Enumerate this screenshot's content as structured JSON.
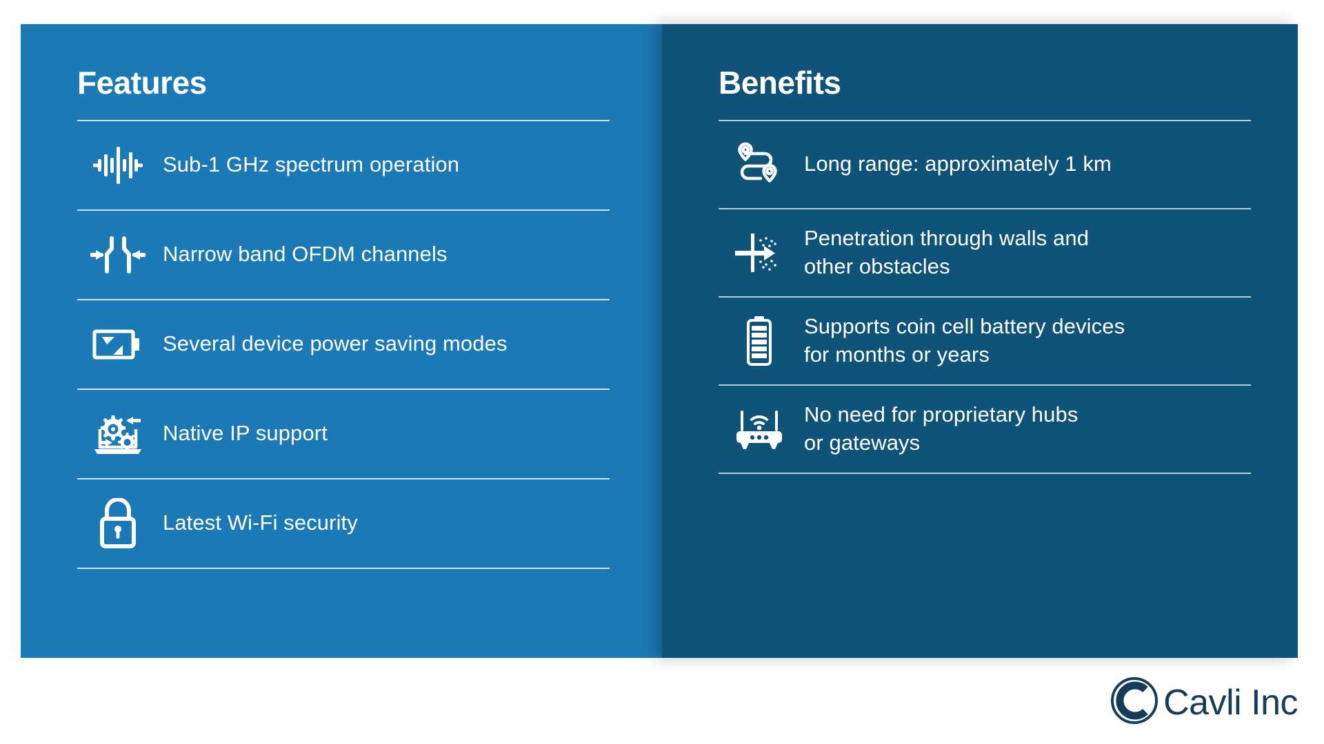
{
  "panels": {
    "features": {
      "title": "Features",
      "items": [
        {
          "icon": "spectrum-waveform-icon",
          "label": "Sub-1 GHz spectrum operation"
        },
        {
          "icon": "narrow-band-arrows-icon",
          "label": "Narrow band OFDM channels"
        },
        {
          "icon": "battery-power-saving-icon",
          "label": "Several device power saving modes"
        },
        {
          "icon": "laptop-gears-icon",
          "label": "Native IP support"
        },
        {
          "icon": "padlock-icon",
          "label": "Latest Wi-Fi   security"
        }
      ]
    },
    "benefits": {
      "title": "Benefits",
      "items": [
        {
          "icon": "route-pins-icon",
          "label": "Long range: approximately 1 km"
        },
        {
          "icon": "wall-penetration-arrow-icon",
          "label": "Penetration through walls and\nother obstacles"
        },
        {
          "icon": "coin-cell-battery-icon",
          "label": "Supports coin cell battery devices\nfor months or years"
        },
        {
          "icon": "router-hub-icon",
          "label": "No need for proprietary hubs\nor gateways"
        }
      ]
    }
  },
  "logo": {
    "mark": "cavli-circle-c-icon",
    "text": "Cavli Inc"
  },
  "colors": {
    "features_panel": "#1B79B5",
    "benefits_panel": "#0F5378",
    "text": "#FFFFFF",
    "logo": "#153C59",
    "page_background": "#FFFFFF"
  }
}
